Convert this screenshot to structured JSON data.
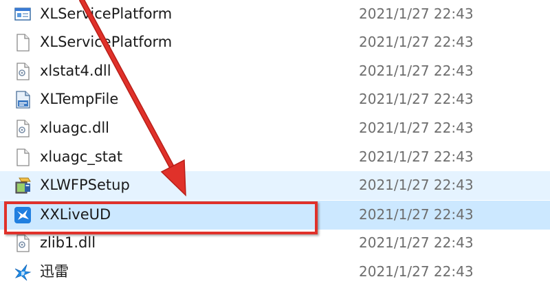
{
  "files": [
    {
      "name": "XLServicePlatform",
      "date": "2021/1/27 22:43",
      "icon": "application-window-icon"
    },
    {
      "name": "XLServicePlatform",
      "date": "2021/1/27 22:43",
      "icon": "blank-file-icon"
    },
    {
      "name": "xlstat4.dll",
      "date": "2021/1/27 22:43",
      "icon": "dll-file-icon"
    },
    {
      "name": "XLTempFile",
      "date": "2021/1/27 22:43",
      "icon": "temp-file-icon"
    },
    {
      "name": "xluagc.dll",
      "date": "2021/1/27 22:43",
      "icon": "dll-file-icon"
    },
    {
      "name": "xluagc_stat",
      "date": "2021/1/27 22:43",
      "icon": "blank-file-icon"
    },
    {
      "name": "XLWFPSetup",
      "date": "2021/1/27 22:43",
      "icon": "setup-installer-icon"
    },
    {
      "name": "XXLiveUD",
      "date": "2021/1/27 22:43",
      "icon": "thunder-bird-icon"
    },
    {
      "name": "zlib1.dll",
      "date": "2021/1/27 22:43",
      "icon": "dll-file-icon"
    },
    {
      "name": "迅雷",
      "date": "2021/1/27 22:43",
      "icon": "thunder-app-icon"
    }
  ],
  "colors": {
    "hover_row": "#e5f3ff",
    "selected_row": "#cce8ff",
    "annotation_red": "#e0312a",
    "date_text": "#6d6d6d"
  }
}
